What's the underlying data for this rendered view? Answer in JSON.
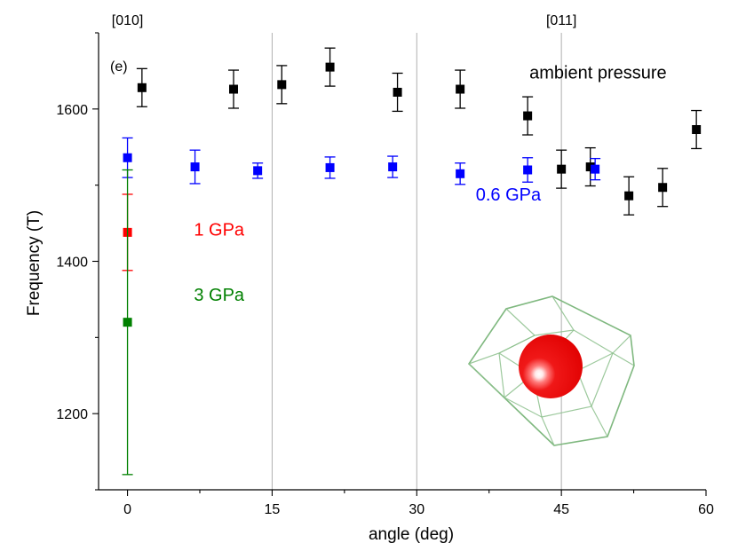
{
  "chart_data": {
    "type": "scatter",
    "xlabel": "angle (deg)",
    "ylabel": "Frequency (T)",
    "xlim": [
      -3,
      60
    ],
    "ylim": [
      1100,
      1700
    ],
    "xticks": [
      0,
      15,
      30,
      45,
      60
    ],
    "yticks": [
      1200,
      1400,
      1600
    ],
    "vertical_gridlines": [
      15,
      30,
      45
    ],
    "top_labels": [
      {
        "x": 0,
        "text": "[010]"
      },
      {
        "x": 45,
        "text": "[011]"
      }
    ],
    "panel_label": "(e)",
    "series": [
      {
        "name": "ambient pressure",
        "color": "#000000",
        "x": [
          1.5,
          11,
          16,
          21,
          28,
          34.5,
          41.5,
          45,
          48,
          52,
          55.5,
          59
        ],
        "y": [
          1628,
          1626,
          1632,
          1655,
          1622,
          1626,
          1591,
          1521,
          1524,
          1486,
          1497,
          1573
        ],
        "err": [
          25,
          25,
          25,
          25,
          25,
          25,
          25,
          25,
          25,
          25,
          25,
          25
        ]
      },
      {
        "name": "0.6 GPa",
        "color": "#0000ff",
        "x": [
          0,
          7,
          13.5,
          21,
          27.5,
          34.5,
          41.5,
          48.5
        ],
        "y": [
          1536,
          1524,
          1519,
          1523,
          1524,
          1515,
          1520,
          1521
        ],
        "err": [
          26,
          22,
          10,
          14,
          14,
          14,
          16,
          14
        ]
      },
      {
        "name": "1 GPa",
        "color": "#ff0000",
        "x": [
          0
        ],
        "y": [
          1438
        ],
        "err": [
          50
        ]
      },
      {
        "name": "3 GPa",
        "color": "#008000",
        "x": [
          0
        ],
        "y": [
          1320
        ],
        "err": [
          200
        ]
      }
    ],
    "annotations": [
      {
        "text": "ambient pressure",
        "color": "#000000",
        "x": 48.8,
        "y": 1640
      },
      {
        "text": "0.6 GPa",
        "color": "#0000ff",
        "x": 39.5,
        "y": 1480
      },
      {
        "text": "1 GPa",
        "color": "#ff0000",
        "x": 9.5,
        "y": 1434
      },
      {
        "text": "3 GPa",
        "color": "#008000",
        "x": 9.5,
        "y": 1348
      }
    ]
  }
}
